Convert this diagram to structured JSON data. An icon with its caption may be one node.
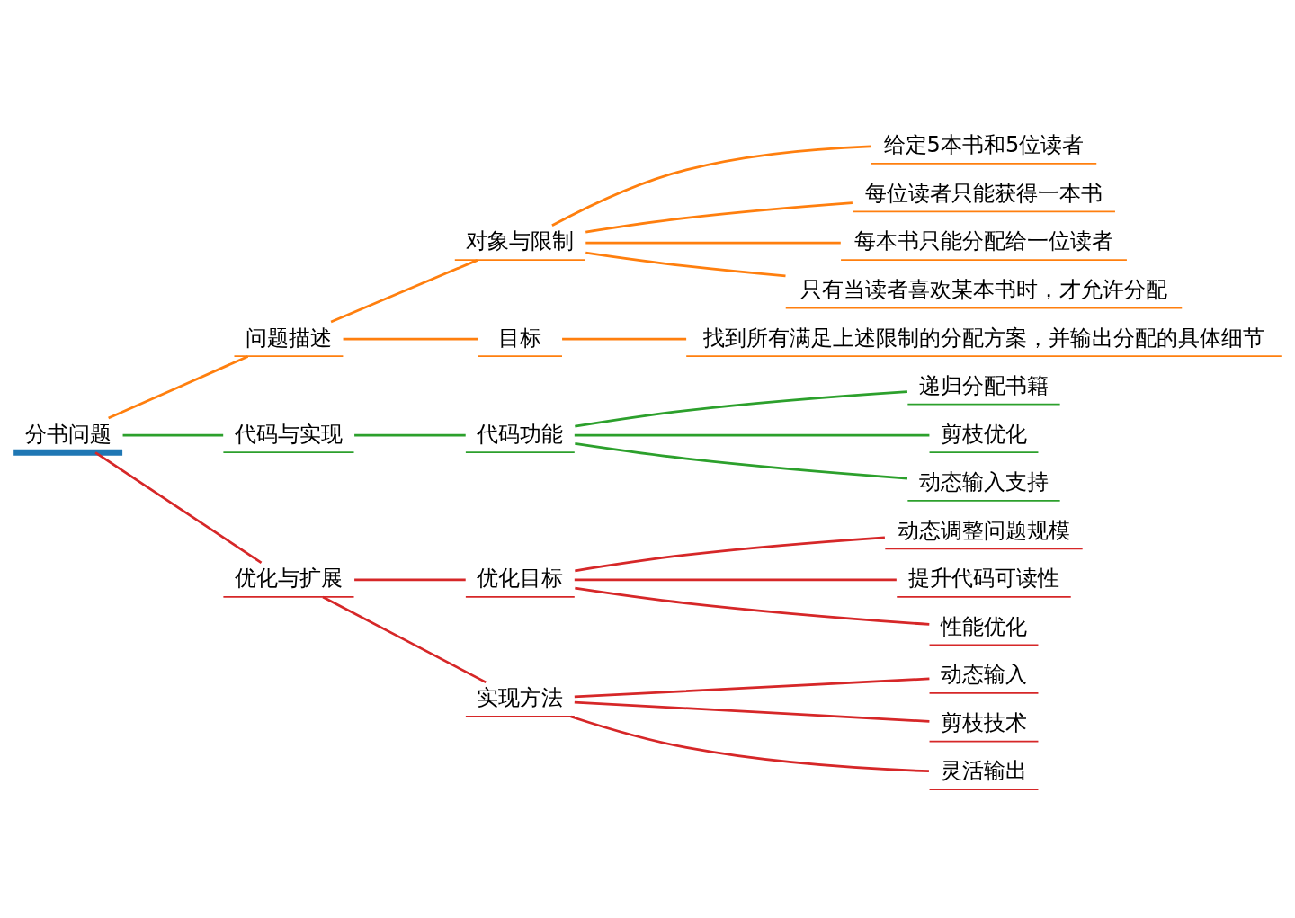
{
  "diagram": {
    "nodes": [
      {
        "text": [
          "分书问题"
        ]
      },
      {
        "text": [
          "问题描述"
        ]
      },
      {
        "text": [
          "对象与限制"
        ]
      },
      {
        "text": [
          "给定5本书和5位读者"
        ]
      },
      {
        "text": [
          "每位读者只能获得一本书"
        ]
      },
      {
        "text": [
          "每本书只能分配给一位读者"
        ]
      },
      {
        "text": [
          "只有当读者喜欢某本书时，才允许分配"
        ]
      },
      {
        "text": [
          "目标"
        ]
      },
      {
        "text": [
          "找到所有满足上述限制的分配方案，并输出分配的具体细节"
        ]
      },
      {
        "text": [
          "代码与实现"
        ]
      },
      {
        "text": [
          "代码功能"
        ]
      },
      {
        "text": [
          "递归分配书籍"
        ]
      },
      {
        "text": [
          "剪枝优化"
        ]
      },
      {
        "text": [
          "动态输入支持"
        ]
      },
      {
        "text": [
          "优化与扩展"
        ]
      },
      {
        "text": [
          "优化目标"
        ]
      },
      {
        "text": [
          "动态调整问题规模"
        ]
      },
      {
        "text": [
          "提升代码可读性"
        ]
      },
      {
        "text": [
          "性能优化"
        ]
      },
      {
        "text": [
          "实现方法"
        ]
      },
      {
        "text": [
          "动态输入"
        ]
      },
      {
        "text": [
          "剪枝技术"
        ]
      },
      {
        "text": [
          "灵活输出"
        ]
      }
    ],
    "edges": [
      {
        "from": 0,
        "to": 1,
        "arrow": "none",
        "color": "#ff7f0e"
      },
      {
        "from": 1,
        "to": 2,
        "arrow": "none",
        "color": "#ff7f0e"
      },
      {
        "from": 2,
        "to": 3,
        "arrow": "none",
        "color": "#ff7f0e"
      },
      {
        "from": 2,
        "to": 4,
        "arrow": "none",
        "color": "#ff7f0e"
      },
      {
        "from": 2,
        "to": 5,
        "arrow": "none",
        "color": "#ff7f0e"
      },
      {
        "from": 2,
        "to": 6,
        "arrow": "none",
        "color": "#ff7f0e"
      },
      {
        "from": 1,
        "to": 7,
        "arrow": "none",
        "color": "#ff7f0e"
      },
      {
        "from": 7,
        "to": 8,
        "arrow": "none",
        "color": "#ff7f0e"
      },
      {
        "from": 0,
        "to": 9,
        "arrow": "none",
        "color": "#2ca02c"
      },
      {
        "from": 9,
        "to": 10,
        "arrow": "none",
        "color": "#2ca02c"
      },
      {
        "from": 10,
        "to": 11,
        "arrow": "none",
        "color": "#2ca02c"
      },
      {
        "from": 10,
        "to": 12,
        "arrow": "none",
        "color": "#2ca02c"
      },
      {
        "from": 10,
        "to": 13,
        "arrow": "none",
        "color": "#2ca02c"
      },
      {
        "from": 0,
        "to": 14,
        "arrow": "none"
      },
      {
        "from": 14,
        "to": 15,
        "arrow": "none"
      },
      {
        "from": 15,
        "to": 16,
        "arrow": "none"
      },
      {
        "from": 15,
        "to": 17,
        "arrow": "none"
      },
      {
        "from": 15,
        "to": 18,
        "arrow": "none"
      },
      {
        "from": 14,
        "to": 19,
        "arrow": "none"
      },
      {
        "from": 19,
        "to": 20,
        "arrow": "none"
      },
      {
        "from": 19,
        "to": 21,
        "arrow": "none"
      },
      {
        "from": 19,
        "to": 22,
        "arrow": "none"
      }
    ]
  }
}
